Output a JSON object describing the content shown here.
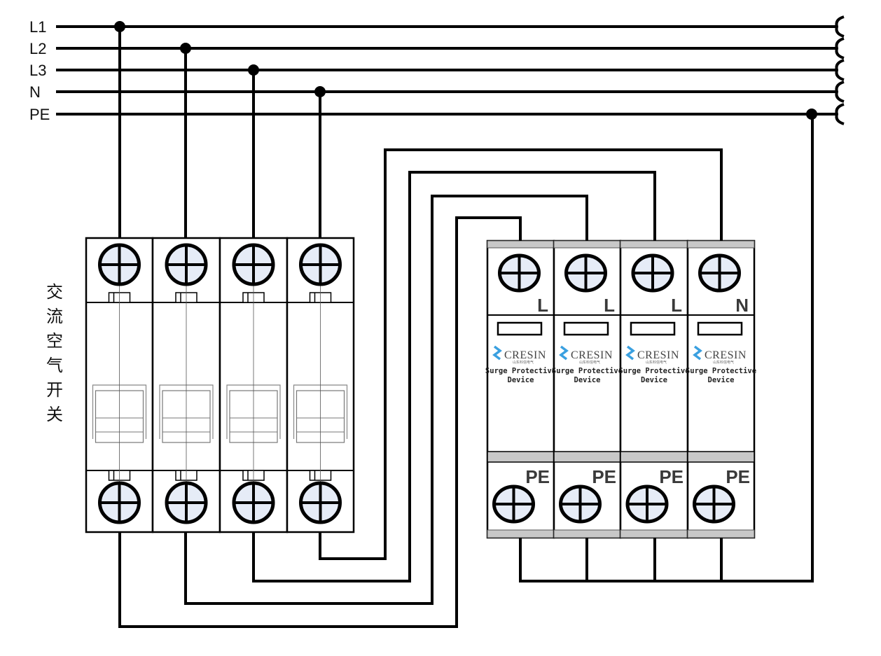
{
  "bus": {
    "lines": [
      {
        "label": "L1"
      },
      {
        "label": "L2"
      },
      {
        "label": "L3"
      },
      {
        "label": "N"
      },
      {
        "label": "PE"
      }
    ]
  },
  "breaker": {
    "label": "交流空气开关",
    "poles": 4
  },
  "spd": {
    "brand": "CRESIN",
    "brand_sub": "山东科信电气",
    "product_line1": "Surge Protective",
    "product_line2": "Device",
    "top_labels": [
      "L",
      "L",
      "L",
      "N"
    ],
    "bottom_labels": [
      "PE",
      "PE",
      "PE",
      "PE"
    ]
  },
  "colors": {
    "wire": "#000000",
    "screw_fill": "#e6ecf7",
    "strip": "#c8c8c8",
    "logo": "#3aa0e0"
  }
}
